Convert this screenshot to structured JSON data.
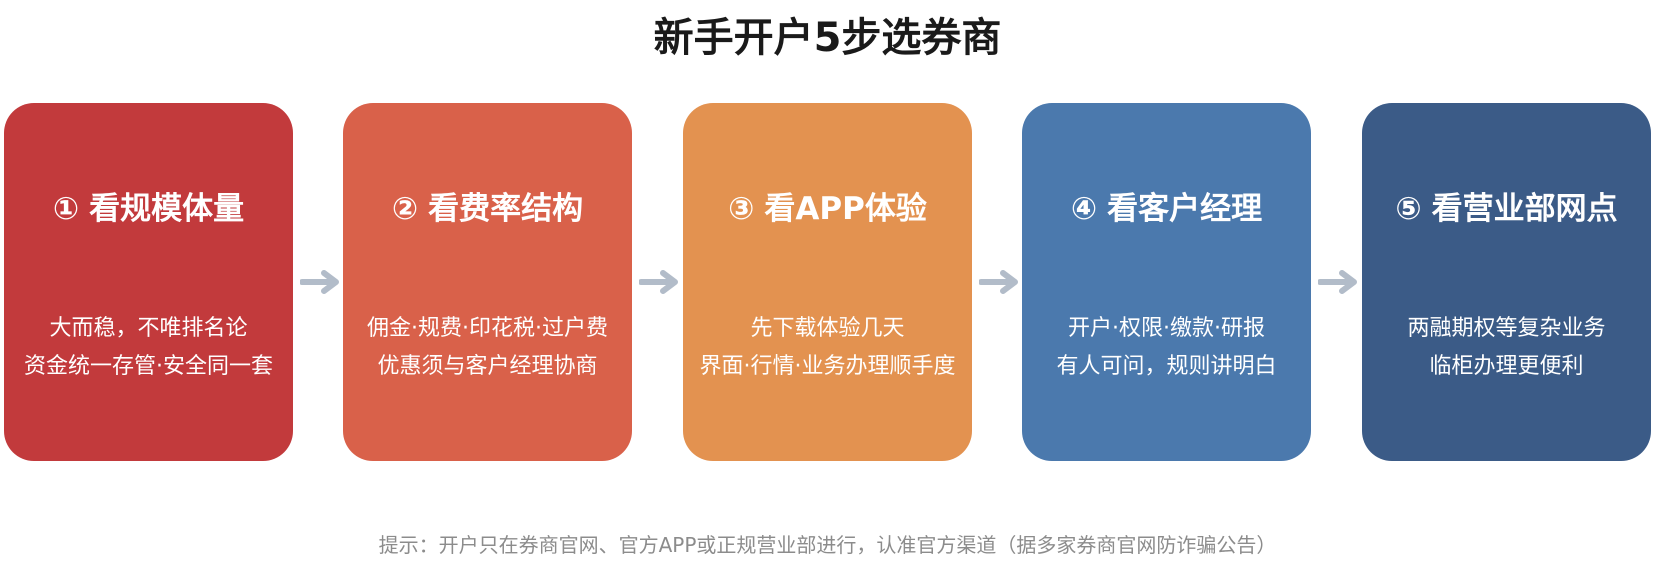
{
  "title": "新手开户5步选券商",
  "colors": {
    "step1": "#c23a3c",
    "step2": "#d9614a",
    "step3": "#e39250",
    "step4": "#4b79ad",
    "step5": "#3b5b87",
    "arrow": "#b2bcc9"
  },
  "steps": [
    {
      "num": "①",
      "heading": "看规模体量",
      "line1": "大而稳，不唯排名论",
      "line2": "资金统一存管·安全同一套"
    },
    {
      "num": "②",
      "heading": "看费率结构",
      "line1": "佣金·规费·印花税·过户费",
      "line2": "优惠须与客户经理协商"
    },
    {
      "num": "③",
      "heading": "看APP体验",
      "line1": "先下载体验几天",
      "line2": "界面·行情·业务办理顺手度"
    },
    {
      "num": "④",
      "heading": "看客户经理",
      "line1": "开户·权限·缴款·研报",
      "line2": "有人可问，规则讲明白"
    },
    {
      "num": "⑤",
      "heading": "看营业部网点",
      "line1": "两融期权等复杂业务",
      "line2": "临柜办理更便利"
    }
  ],
  "arrow_icon": "right-arrow-icon",
  "note": "提示：开户只在券商官网、官方APP或正规营业部进行，认准官方渠道（据多家券商官网防诈骗公告）"
}
